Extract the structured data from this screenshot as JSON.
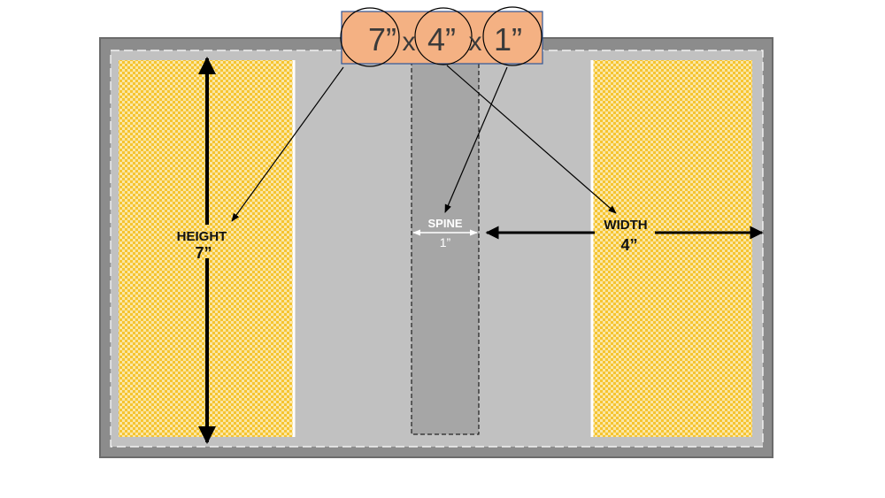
{
  "title_parts": [
    "7”",
    "x",
    "4”",
    "x",
    "1”"
  ],
  "height": {
    "label": "HEIGHT",
    "value": "7”"
  },
  "width": {
    "label": "WIDTH",
    "value": "4”"
  },
  "spine": {
    "label": "SPINE",
    "value": "1”"
  },
  "colors": {
    "frame": "#8c8c8c",
    "cover": "#c1c1c1",
    "spine": "#a6a6a6",
    "panel_yellow": "#f5c431",
    "title_box": "#f4b183",
    "title_border": "#2f5597"
  }
}
